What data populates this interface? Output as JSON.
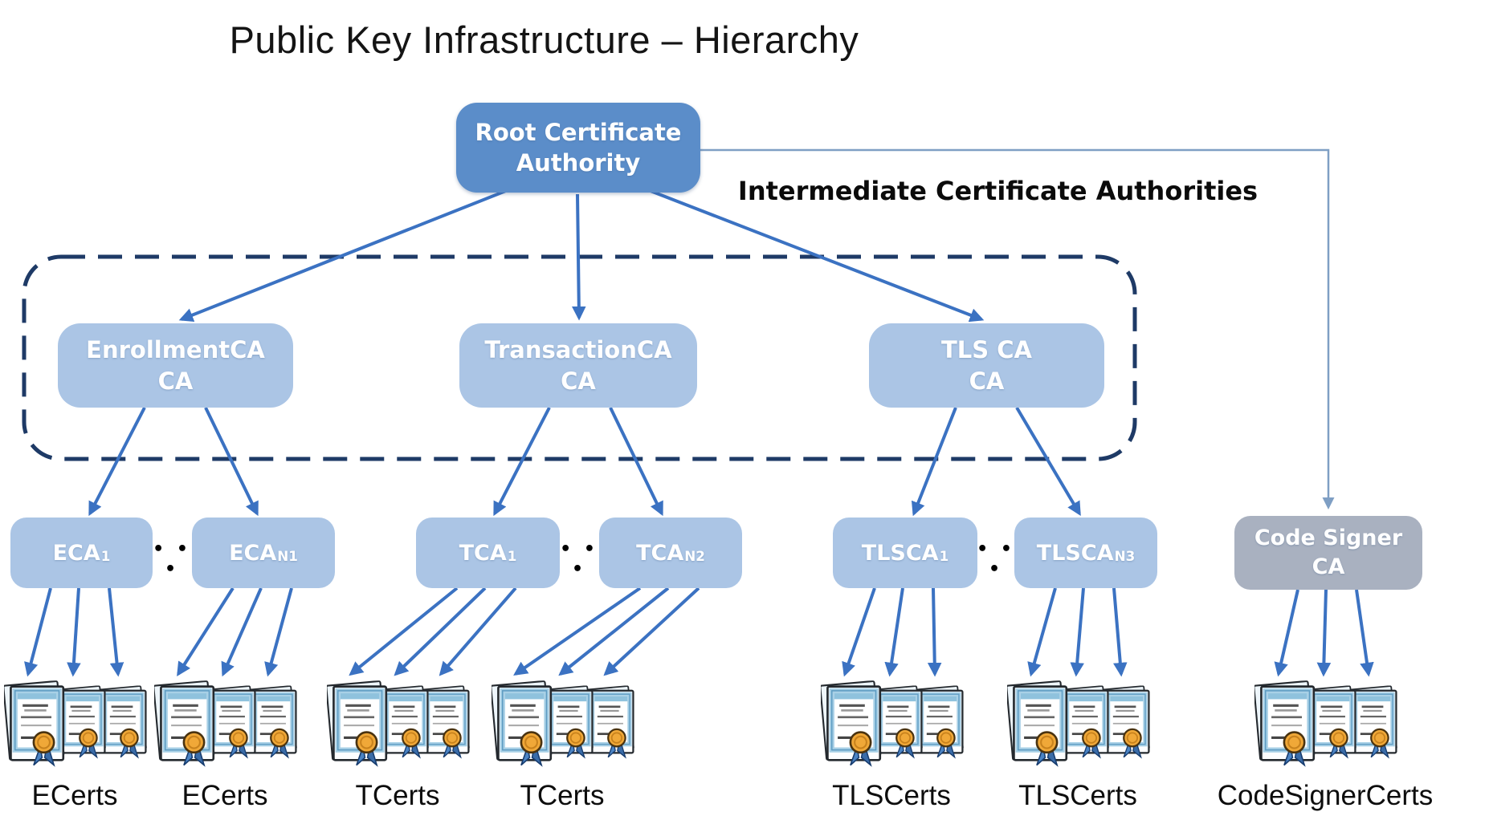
{
  "title": "Public Key Infrastructure – Hierarchy",
  "sections": {
    "intermediate_label": "Intermediate Certificate Authorities"
  },
  "nodes": {
    "root": {
      "line1": "Root Certificate",
      "line2": "Authority"
    },
    "intermediates": [
      {
        "line1": "EnrollmentCA",
        "line2": "CA"
      },
      {
        "line1": "TransactionCA",
        "line2": "CA"
      },
      {
        "line1": "TLS CA",
        "line2": "CA"
      }
    ],
    "sub_cas": [
      {
        "base": "ECA",
        "sub": "1"
      },
      {
        "base": "ECA",
        "sub": "N1"
      },
      {
        "base": "TCA",
        "sub": "1"
      },
      {
        "base": "TCA",
        "sub": "N2"
      },
      {
        "base": "TLSCA",
        "sub": "1"
      },
      {
        "base": "TLSCA",
        "sub": "N3"
      }
    ],
    "code_signer": {
      "line1": "Code Signer",
      "line2": "CA"
    },
    "ellipsis": "• • •"
  },
  "cert_groups": [
    {
      "label": "ECerts",
      "icon": "certificate-icon",
      "cert_count": 3
    },
    {
      "label": "ECerts",
      "icon": "certificate-icon",
      "cert_count": 3
    },
    {
      "label": "TCerts",
      "icon": "certificate-icon",
      "cert_count": 3
    },
    {
      "label": "TCerts",
      "icon": "certificate-icon",
      "cert_count": 3
    },
    {
      "label": "TLSCerts",
      "icon": "certificate-icon",
      "cert_count": 3
    },
    {
      "label": "TLSCerts",
      "icon": "certificate-icon",
      "cert_count": 3
    },
    {
      "label": "CodeSignerCerts",
      "icon": "certificate-icon",
      "cert_count": 3
    }
  ],
  "colors": {
    "root-box": "#5b8dc9",
    "ca-box": "#abc5e5",
    "code-signer-box": "#a9b1c0",
    "box-text": "#ffffff",
    "arrow": "#3b72c2",
    "link-line": "#7f9fc4",
    "dashed-border": "#1e3a66",
    "label-text": "#0d0d0d",
    "seal": "#f0a838",
    "ribbon": "#4b84c4"
  }
}
